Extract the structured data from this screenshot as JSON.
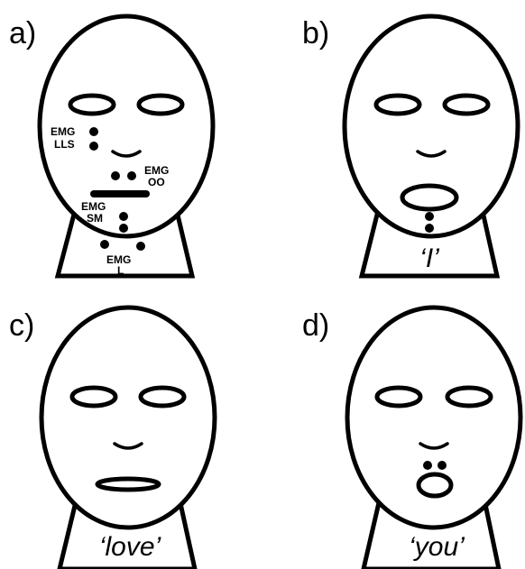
{
  "panels": {
    "a": {
      "label": "a)",
      "electrodes": {
        "lls_line1": "EMG",
        "lls_line2": "LLS",
        "oo_line1": "EMG",
        "oo_line2": "OO",
        "sm_line1": "EMG",
        "sm_line2": "SM",
        "l_line1": "EMG",
        "l_line2": "L"
      }
    },
    "b": {
      "label": "b)",
      "word": "‘I’"
    },
    "c": {
      "label": "c)",
      "word": "‘love’"
    },
    "d": {
      "label": "d)",
      "word": "‘you’"
    }
  }
}
